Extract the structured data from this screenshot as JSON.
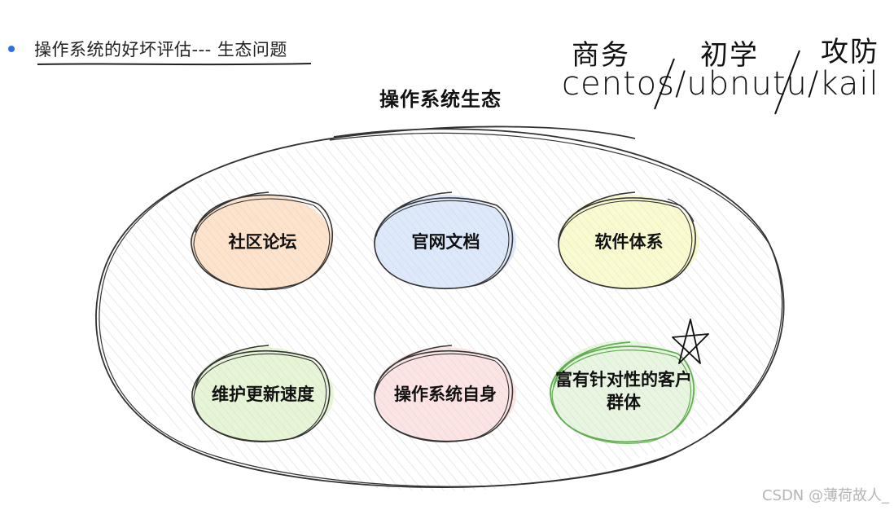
{
  "heading": {
    "text": "操作系统的好坏评估--- 生态问题",
    "bullet_color": "#2f6ee6"
  },
  "diagram": {
    "title": "操作系统生态",
    "nodes": [
      {
        "label": "社区论坛",
        "fill": "#fde3cc",
        "stroke": "#333333"
      },
      {
        "label": "官网文档",
        "fill": "#dde9fb",
        "stroke": "#333333"
      },
      {
        "label": "软件体系",
        "fill": "#fafad0",
        "stroke": "#333333"
      },
      {
        "label": "维护更新速度",
        "fill": "#e6f5d6",
        "stroke": "#333333"
      },
      {
        "label": "操作系统自身",
        "fill": "#fce4e4",
        "stroke": "#333333"
      },
      {
        "label": "富有针对性的客户群体",
        "fill": "#e8f5e0",
        "stroke": "#5fae4f"
      }
    ]
  },
  "annotations": {
    "top_words": [
      "商务",
      "初学",
      "攻防"
    ],
    "bottom_text": "centos/ubnutu/kail",
    "star_icon": "star-icon"
  },
  "watermark": "CSDN @薄荷故人_"
}
